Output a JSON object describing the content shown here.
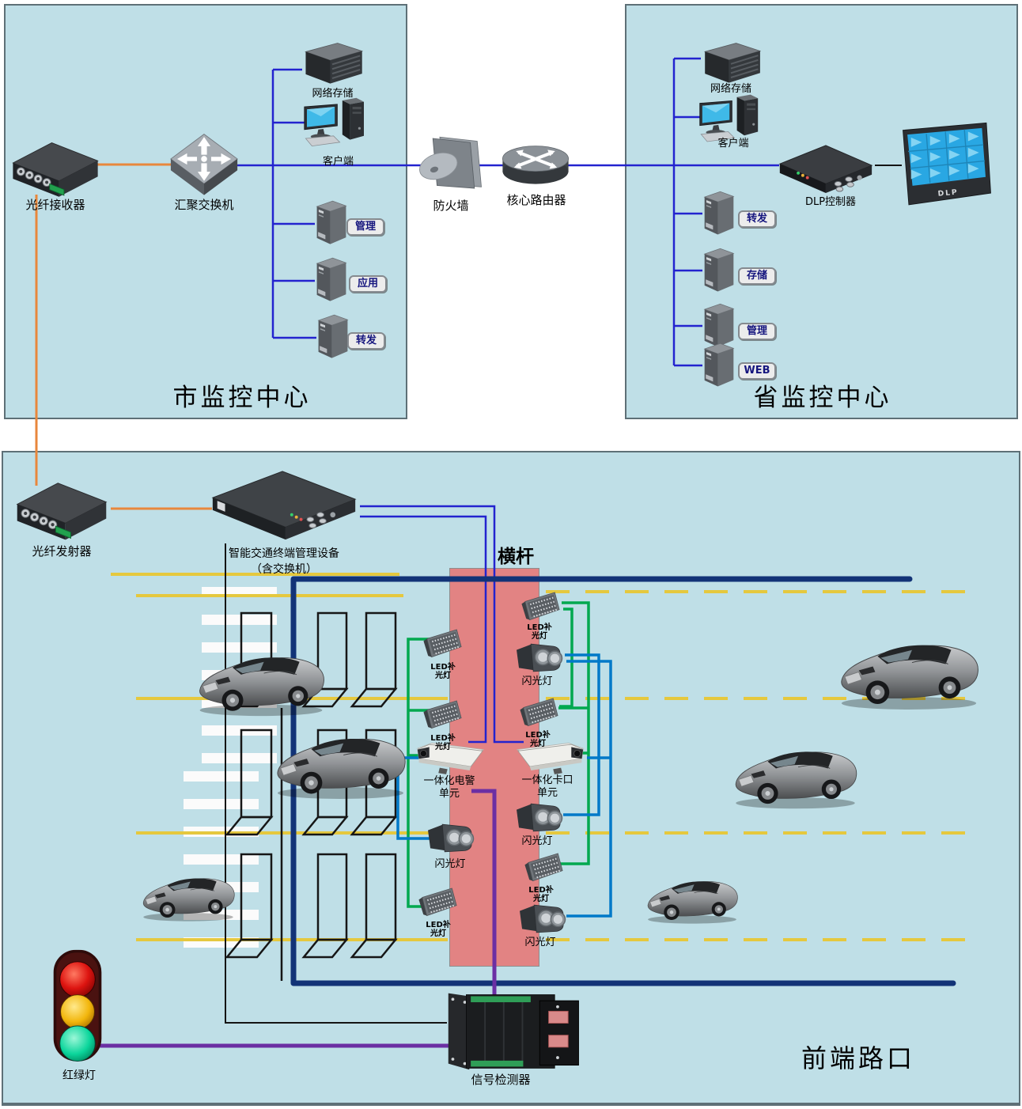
{
  "titles": {
    "city": "市监控中心",
    "province": "省监控中心",
    "frontend": "前端路口"
  },
  "city": {
    "fiber_receiver": "光纤接收器",
    "agg_switch": "汇聚交换机",
    "nas": "网络存储",
    "client": "客户端",
    "server_badges": [
      "管理",
      "应用",
      "转发"
    ]
  },
  "backbone": {
    "firewall": "防火墙",
    "core_router": "核心路由器"
  },
  "province": {
    "nas": "网络存储",
    "client": "客户端",
    "dlp_controller": "DLP控制器",
    "dlp_screen_text": "DLP",
    "server_badges": [
      "转发",
      "存储",
      "管理",
      "WEB"
    ]
  },
  "frontend": {
    "fiber_transmitter": "光纤发射器",
    "terminal_device_line1": "智能交通终端管理设备",
    "terminal_device_line2": "（含交换机）",
    "crossbar": "横杆",
    "led_light_line1": "LED补",
    "led_light_line2": "光灯",
    "flash_light": "闪光灯",
    "epolice_line1": "一体化电警",
    "epolice_line2": "单元",
    "checkpoint_line1": "一体化卡口",
    "checkpoint_line2": "单元",
    "signal_detector": "信号检测器",
    "traffic_light": "红绿灯"
  },
  "colors": {
    "panel_bg": "#BFDFE7",
    "orange_wire": "#E8873C",
    "blue_wire": "#2323CF",
    "navy_trunk": "#123377",
    "green_wire": "#00A84F",
    "mediumblue_wire": "#0079C8",
    "purple_wire": "#6B2FA3",
    "yellow_lane": "#E5C83E",
    "crossbar_fill": "#E28383"
  }
}
